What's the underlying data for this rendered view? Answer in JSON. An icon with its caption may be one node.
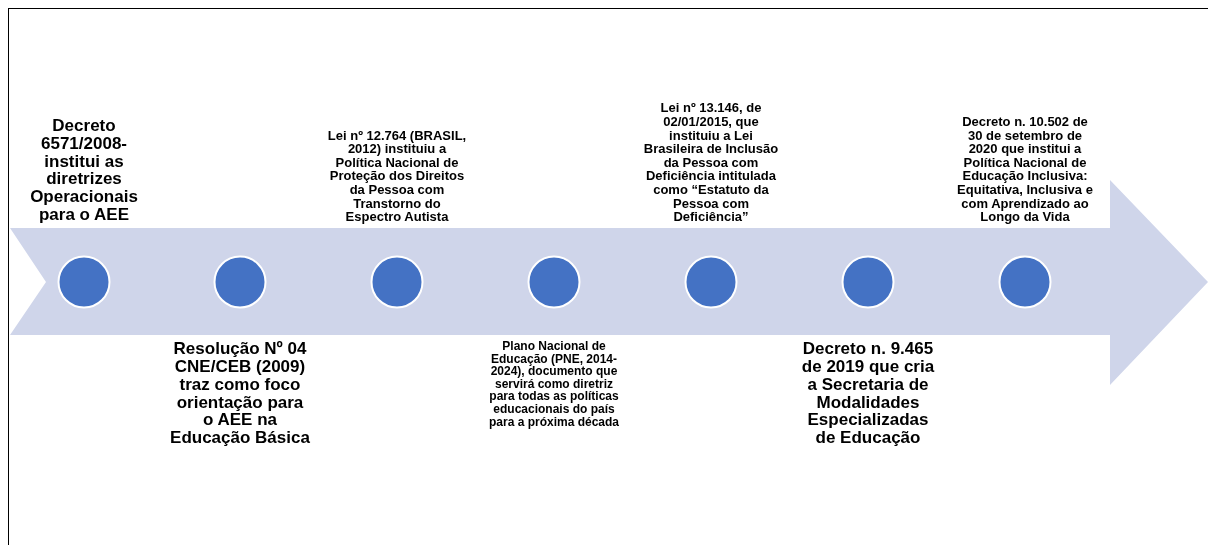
{
  "diagram": {
    "nodes": [
      {
        "text": [],
        "shape": "circle",
        "beside": [
          "Decreto 6571/2008- institui as diretrizes Operacionais para o AEE"
        ]
      },
      {
        "text": [],
        "shape": "circle",
        "beside": [
          "Resolução Nº 04 CNE/CEB (2009) traz como foco orientação para o AEE na Educação Básica"
        ]
      },
      {
        "text": [],
        "shape": "circle",
        "beside": [
          "Lei nº 12.764 (BRASIL, 2012) instituiu a Política Nacional de Proteção dos Direitos da Pessoa com Transtorno do Espectro Autista"
        ]
      },
      {
        "text": [],
        "shape": "circle",
        "beside": [
          "Plano Nacional de Educação (PNE, 2014-2024), documento que servirá como diretriz para todas as políticas educacionais do país para a próxima década"
        ]
      },
      {
        "text": [],
        "shape": "circle",
        "beside": [
          "Lei nº 13.146, de 02/01/2015, que instituiu a Lei Brasileira de Inclusão da Pessoa com Deficiência intitulada como “Estatuto da Pessoa com Deficiência”"
        ]
      },
      {
        "text": [],
        "shape": "circle",
        "beside": [
          "Decreto n. 9.465 de 2019 que cria a Secretaria de Modalidades Especializadas de Educação"
        ]
      },
      {
        "text": [],
        "shape": "circle",
        "beside": [
          "Decreto n. 10.502 de 30 de setembro de 2020 que institui a Política Nacional de Educação Inclusiva: Equitativa, Inclusiva e com Aprendizado ao Longo da Vida"
        ]
      }
    ],
    "edges": []
  }
}
